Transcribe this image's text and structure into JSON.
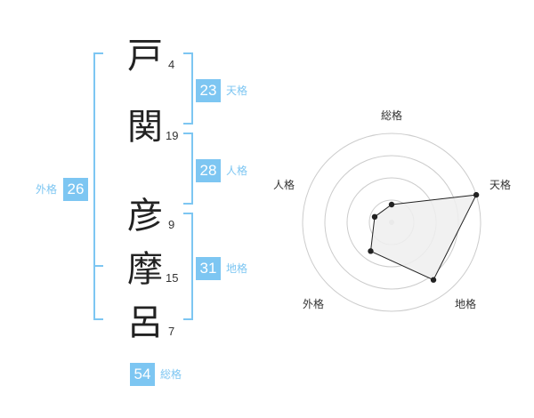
{
  "name": {
    "chars": [
      {
        "char": "戸",
        "strokes": "4"
      },
      {
        "char": "関",
        "strokes": "19"
      },
      {
        "char": "彦",
        "strokes": "9"
      },
      {
        "char": "摩",
        "strokes": "15"
      },
      {
        "char": "呂",
        "strokes": "7"
      }
    ]
  },
  "fortunes": {
    "tenkaku": {
      "value": "23",
      "label": "天格"
    },
    "jinkaku": {
      "value": "28",
      "label": "人格"
    },
    "chikaku": {
      "value": "31",
      "label": "地格"
    },
    "gaikaku": {
      "value": "26",
      "label": "外格"
    },
    "soukaku": {
      "value": "54",
      "label": "総格"
    }
  },
  "radar": {
    "axes": [
      "総格",
      "天格",
      "地格",
      "外格",
      "人格"
    ],
    "levels": 4,
    "scores": [
      1,
      5,
      4,
      2,
      1
    ],
    "max_score": 5,
    "colors": {
      "grid": "#cccccc",
      "fill": "#eeeeee",
      "line": "#222222",
      "center": "#cccccc",
      "bracket": "#7dc6f2"
    }
  }
}
